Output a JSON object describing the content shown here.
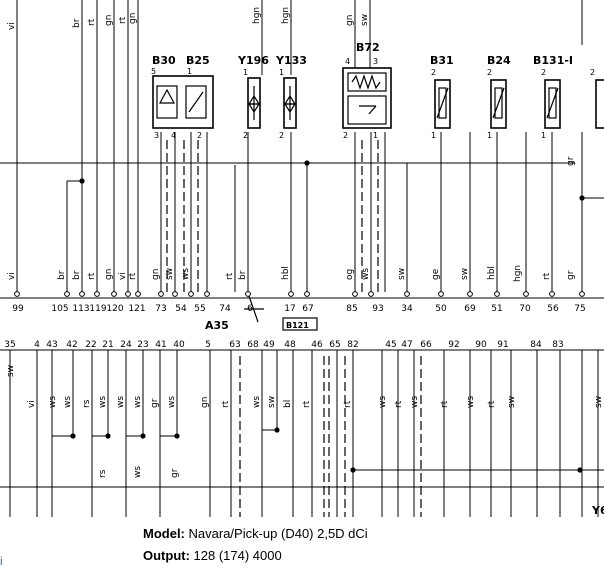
{
  "top_wires": [
    {
      "id": "t0",
      "label": "vi"
    },
    {
      "id": "t1",
      "label": "br"
    },
    {
      "id": "t2",
      "label": "rt"
    },
    {
      "id": "t3",
      "label": "gn"
    },
    {
      "id": "t4",
      "label": "rt"
    },
    {
      "id": "t5",
      "label": "gn"
    },
    {
      "id": "t6",
      "label": "hgn"
    },
    {
      "id": "t7",
      "label": "hgn"
    },
    {
      "id": "t8",
      "label": "gn"
    },
    {
      "id": "t9",
      "label": "sw"
    }
  ],
  "components": [
    {
      "id": "B30",
      "label": "B30"
    },
    {
      "id": "B25",
      "label": "B25"
    },
    {
      "id": "Y196",
      "label": "Y196"
    },
    {
      "id": "Y133",
      "label": "Y133"
    },
    {
      "id": "B72",
      "label": "B72"
    },
    {
      "id": "B31",
      "label": "B31"
    },
    {
      "id": "B24",
      "label": "B24"
    },
    {
      "id": "B131",
      "label": "B131-I"
    }
  ],
  "pins": [
    {
      "id": "p_b30_5",
      "label": "5"
    },
    {
      "id": "p_b30_3",
      "label": "3"
    },
    {
      "id": "p_b30_4",
      "label": "4"
    },
    {
      "id": "p_b25_1",
      "label": "1"
    },
    {
      "id": "p_b25_2",
      "label": "2"
    },
    {
      "id": "p_y196_1",
      "label": "1"
    },
    {
      "id": "p_y196_2",
      "label": "2"
    },
    {
      "id": "p_y133_1",
      "label": "1"
    },
    {
      "id": "p_y133_2",
      "label": "2"
    },
    {
      "id": "p_b72_4",
      "label": "4"
    },
    {
      "id": "p_b72_3",
      "label": "3"
    },
    {
      "id": "p_b72_2",
      "label": "2"
    },
    {
      "id": "p_b72_1",
      "label": "1"
    },
    {
      "id": "p_b31_2",
      "label": "2"
    },
    {
      "id": "p_b31_1",
      "label": "1"
    },
    {
      "id": "p_b24_2",
      "label": "2"
    },
    {
      "id": "p_b24_1",
      "label": "1"
    },
    {
      "id": "p_b131_2",
      "label": "2"
    },
    {
      "id": "p_b131_1",
      "label": "1"
    },
    {
      "id": "p_x1",
      "label": "2"
    }
  ],
  "upper_wires": [
    {
      "id": "u0",
      "label": "vi"
    },
    {
      "id": "u1",
      "label": "br"
    },
    {
      "id": "u2",
      "label": "br"
    },
    {
      "id": "u3",
      "label": "rt"
    },
    {
      "id": "u4",
      "label": "gn"
    },
    {
      "id": "u5",
      "label": "vi"
    },
    {
      "id": "u6",
      "label": "rt"
    },
    {
      "id": "u7",
      "label": "gn"
    },
    {
      "id": "u8",
      "label": "sw"
    },
    {
      "id": "u9",
      "label": "ws"
    },
    {
      "id": "u10",
      "label": "rt"
    },
    {
      "id": "u11",
      "label": "br"
    },
    {
      "id": "u12",
      "label": "hbl"
    },
    {
      "id": "u13",
      "label": "og"
    },
    {
      "id": "u14",
      "label": "ws"
    },
    {
      "id": "u15",
      "label": "sw"
    },
    {
      "id": "u16",
      "label": "ge"
    },
    {
      "id": "u17",
      "label": "sw"
    },
    {
      "id": "u18",
      "label": "hbl"
    },
    {
      "id": "u19",
      "label": "hgn"
    },
    {
      "id": "u20",
      "label": "rt"
    },
    {
      "id": "u21",
      "label": "gr"
    },
    {
      "id": "u22",
      "label": "gr"
    }
  ],
  "upper_pins": [
    {
      "id": "up0",
      "label": "99"
    },
    {
      "id": "up1",
      "label": "105"
    },
    {
      "id": "up2",
      "label": "113"
    },
    {
      "id": "up3",
      "label": "119"
    },
    {
      "id": "up4",
      "label": "120"
    },
    {
      "id": "up5",
      "label": "121"
    },
    {
      "id": "up6",
      "label": "73"
    },
    {
      "id": "up7",
      "label": "54"
    },
    {
      "id": "up8",
      "label": "55"
    },
    {
      "id": "up9",
      "label": "74"
    },
    {
      "id": "up10",
      "label": "6"
    },
    {
      "id": "up11",
      "label": "17"
    },
    {
      "id": "up12",
      "label": "67"
    },
    {
      "id": "up13",
      "label": "85"
    },
    {
      "id": "up14",
      "label": "93"
    },
    {
      "id": "up15",
      "label": "34"
    },
    {
      "id": "up16",
      "label": "50"
    },
    {
      "id": "up17",
      "label": "69"
    },
    {
      "id": "up18",
      "label": "51"
    },
    {
      "id": "up19",
      "label": "70"
    },
    {
      "id": "up20",
      "label": "56"
    },
    {
      "id": "up21",
      "label": "75"
    }
  ],
  "connector_labels": {
    "a35": "A35",
    "b121": "B121",
    "y_partial": "Y6"
  },
  "lower_pins": [
    {
      "id": "lp0",
      "label": "35"
    },
    {
      "id": "lp1",
      "label": "4"
    },
    {
      "id": "lp2",
      "label": "43"
    },
    {
      "id": "lp3",
      "label": "42"
    },
    {
      "id": "lp4",
      "label": "22"
    },
    {
      "id": "lp5",
      "label": "21"
    },
    {
      "id": "lp6",
      "label": "24"
    },
    {
      "id": "lp7",
      "label": "23"
    },
    {
      "id": "lp8",
      "label": "41"
    },
    {
      "id": "lp9",
      "label": "40"
    },
    {
      "id": "lp10",
      "label": "5"
    },
    {
      "id": "lp11",
      "label": "63"
    },
    {
      "id": "lp12",
      "label": "68"
    },
    {
      "id": "lp13",
      "label": "49"
    },
    {
      "id": "lp14",
      "label": "48"
    },
    {
      "id": "lp15",
      "label": "46"
    },
    {
      "id": "lp16",
      "label": "65"
    },
    {
      "id": "lp17",
      "label": "82"
    },
    {
      "id": "lp18",
      "label": "45"
    },
    {
      "id": "lp19",
      "label": "47"
    },
    {
      "id": "lp20",
      "label": "66"
    },
    {
      "id": "lp21",
      "label": "92"
    },
    {
      "id": "lp22",
      "label": "90"
    },
    {
      "id": "lp23",
      "label": "91"
    },
    {
      "id": "lp24",
      "label": "84"
    },
    {
      "id": "lp25",
      "label": "83"
    }
  ],
  "lower_wires": [
    {
      "id": "l0",
      "label": "sw"
    },
    {
      "id": "l1",
      "label": "vi"
    },
    {
      "id": "l2",
      "label": "ws"
    },
    {
      "id": "l3",
      "label": "ws"
    },
    {
      "id": "l4",
      "label": "rs"
    },
    {
      "id": "l5",
      "label": "ws"
    },
    {
      "id": "l6",
      "label": "ws"
    },
    {
      "id": "l7",
      "label": "ws"
    },
    {
      "id": "l8",
      "label": "gr"
    },
    {
      "id": "l9",
      "label": "ws"
    },
    {
      "id": "l10",
      "label": "gn"
    },
    {
      "id": "l11",
      "label": "rt"
    },
    {
      "id": "l12",
      "label": "ws"
    },
    {
      "id": "l13",
      "label": "sw"
    },
    {
      "id": "l14",
      "label": "bl"
    },
    {
      "id": "l15",
      "label": "rt"
    },
    {
      "id": "l16",
      "label": "rt"
    },
    {
      "id": "l17",
      "label": "ws"
    },
    {
      "id": "l18",
      "label": "rt"
    },
    {
      "id": "l19",
      "label": "ws"
    },
    {
      "id": "l20",
      "label": "rt"
    },
    {
      "id": "l21",
      "label": "ws"
    },
    {
      "id": "l22",
      "label": "rt"
    },
    {
      "id": "l23",
      "label": "sw"
    },
    {
      "id": "l24",
      "label": "sw"
    },
    {
      "id": "l25",
      "label": "rs"
    },
    {
      "id": "l26",
      "label": "ws"
    },
    {
      "id": "l27",
      "label": "gr"
    }
  ],
  "footer": {
    "model_label": "Model:",
    "model_value": "Navara/Pick-up (D40) 2,5D dCi",
    "output_label": "Output:",
    "output_value": "128 (174) 4000",
    "left_mark": "i"
  }
}
